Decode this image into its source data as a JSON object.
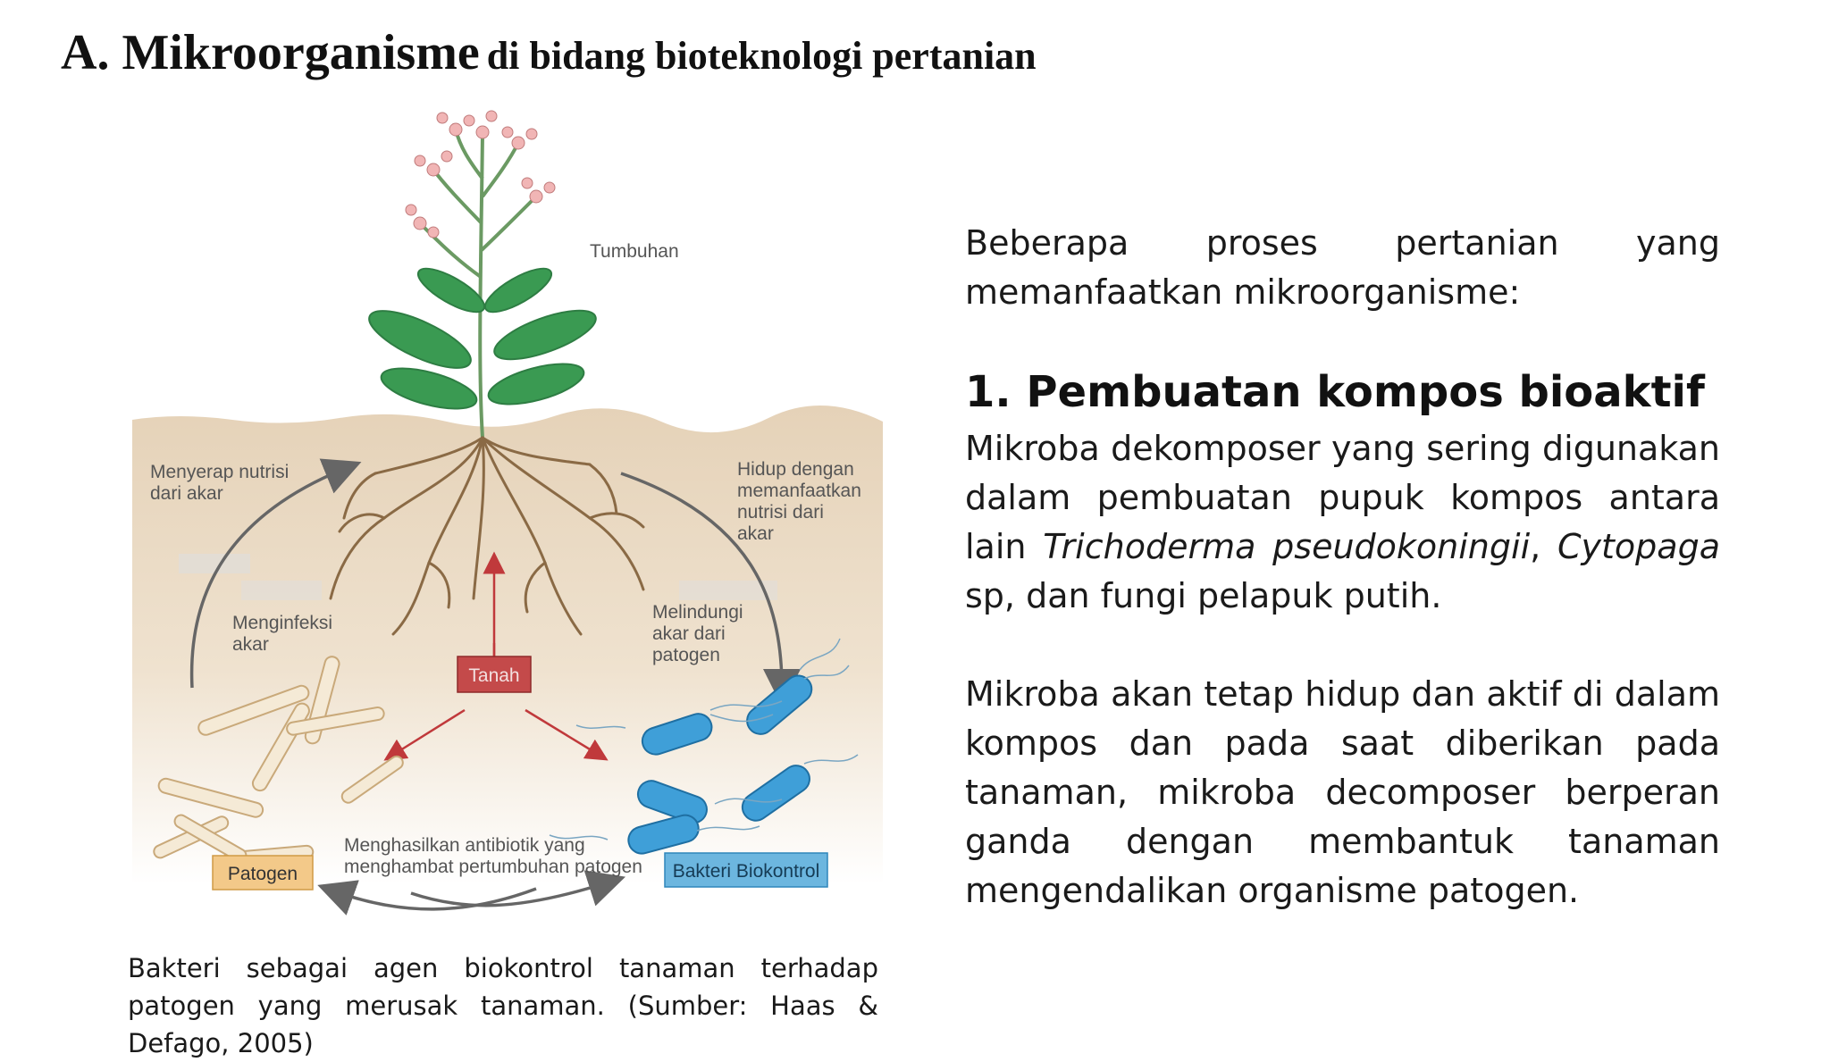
{
  "title": {
    "prefix": "A. Mikroorganisme",
    "rest": "di bidang bioteknologi pertanian"
  },
  "figure": {
    "labels": {
      "plant": "Tumbuhan",
      "absorb_line1": "Menyerap nutrisi",
      "absorb_line2": "dari akar",
      "live_line1": "Hidup dengan",
      "live_line2": "memanfaatkan",
      "live_line3": "nutrisi dari",
      "live_line4": "akar",
      "infect_line1": "Menginfeksi",
      "infect_line2": "akar",
      "protect_line1": "Melindungi",
      "protect_line2": "akar dari",
      "protect_line3": "patogen",
      "soil": "Tanah",
      "pathogen": "Patogen",
      "antibiotic_line1": "Menghasilkan antibiotik yang",
      "antibiotic_line2": "menghambat pertumbuhan patogen",
      "biocontrol": "Bakteri Biokontrol"
    },
    "colors": {
      "soil_top": "#e7d5bd",
      "soil_bottom": "#ffffff",
      "leaf": "#3a9a52",
      "root": "#8a6a45",
      "soil_box": "#c44a4a",
      "pathogen_box": "#f3c989",
      "bacteria": "#3f9fd8",
      "biocontrol_box": "#6cb6df",
      "arrow_red": "#c0393b",
      "arrow_grey": "#666666"
    },
    "caption": "Bakteri sebagai agen biokontrol tanaman terhadap patogen yang merusak tanaman. (Sumber: Haas & Defago, 2005)"
  },
  "right": {
    "intro": "Beberapa proses pertanian yang memanfaatkan mikroorganisme:",
    "heading": "1. Pembuatan kompos bioaktif",
    "p1_a": "Mikroba dekomposer yang sering digunakan dalam pembuatan pupuk kompos antara lain ",
    "p1_species1": "Trichoderma pseudokoningii",
    "p1_comma": ", ",
    "p1_species2": "Cytopaga",
    "p1_b": " sp, dan fungi pelapuk putih.",
    "p2": "Mikroba akan tetap hidup dan aktif di dalam kompos dan pada saat diberikan pada tanaman, mikroba decomposer berperan ganda dengan membantuk tanaman mengendalikan organisme patogen."
  }
}
